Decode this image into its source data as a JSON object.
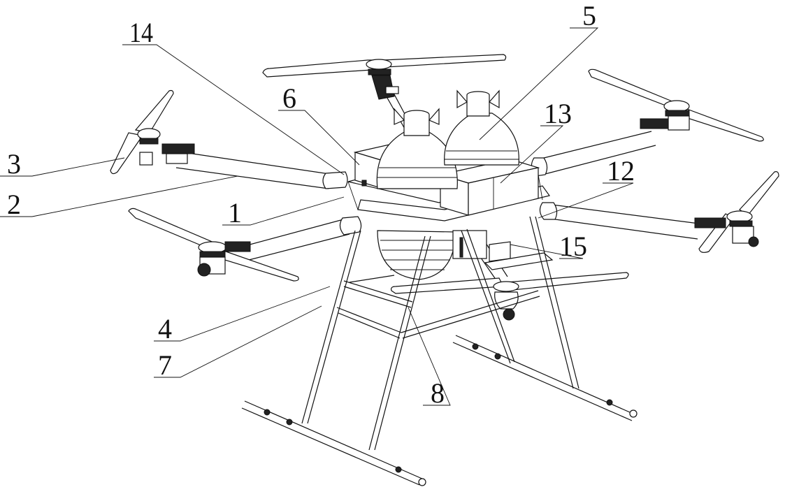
{
  "figure": {
    "type": "patent line drawing",
    "subject": "multi-rotor agricultural drone (hexacopter) with twin seed/spread hoppers",
    "background": "#ffffff",
    "ink": "#111111"
  },
  "callouts": [
    {
      "id": "c14",
      "label": "14"
    },
    {
      "id": "c5",
      "label": "5"
    },
    {
      "id": "c6",
      "label": "6"
    },
    {
      "id": "c13",
      "label": "13"
    },
    {
      "id": "c3",
      "label": "3"
    },
    {
      "id": "c12",
      "label": "12"
    },
    {
      "id": "c2",
      "label": "2"
    },
    {
      "id": "c1",
      "label": "1"
    },
    {
      "id": "c15",
      "label": "15"
    },
    {
      "id": "c4",
      "label": "4"
    },
    {
      "id": "c7",
      "label": "7"
    },
    {
      "id": "c8",
      "label": "8"
    }
  ],
  "components": {
    "rotors": 6,
    "hoppers": 2,
    "landing_skids": 2
  }
}
